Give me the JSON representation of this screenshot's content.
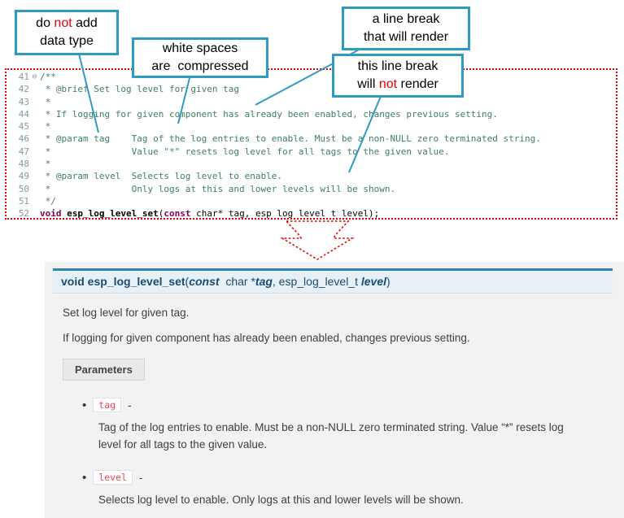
{
  "callouts": {
    "no_datatype": {
      "pre": "do ",
      "red": "not",
      "post": " add",
      "line2": "data type"
    },
    "whitespace": {
      "line1": "white spaces",
      "line2": "are  compressed"
    },
    "break_render": {
      "line1": "a line break",
      "line2": "that will render"
    },
    "break_norender": {
      "line1": "this line break",
      "pre2": "will ",
      "red2": "not",
      "post2": " render"
    }
  },
  "editor": {
    "lines": [
      {
        "num": "41",
        "fold": "⊖",
        "text": "/**"
      },
      {
        "num": "42",
        "text": " * @brief Set log level for given tag"
      },
      {
        "num": "43",
        "text": " *"
      },
      {
        "num": "44",
        "text": " * If logging for given component has already been enabled, changes previous setting."
      },
      {
        "num": "45",
        "text": " *"
      },
      {
        "num": "46",
        "text": " * @param tag    Tag of the log entries to enable. Must be a non-NULL zero terminated string."
      },
      {
        "num": "47",
        "text": " *               Value \"*\" resets log level for all tags to the given value."
      },
      {
        "num": "48",
        "text": " *"
      },
      {
        "num": "49",
        "text": " * @param level  Selects log level to enable."
      },
      {
        "num": "50",
        "text": " *               Only logs at this and lower levels will be shown."
      },
      {
        "num": "51",
        "text": " */"
      }
    ],
    "decl": {
      "num": "52",
      "kw_void": "void",
      "sp1": " ",
      "name": "esp_log_level_set",
      "open": "(",
      "kw_const": "const",
      "rest": " char* tag, esp_log_level_t level);"
    }
  },
  "doc": {
    "signature": {
      "kw_void": "void",
      "sp1": " ",
      "name": "esp_log_level_set",
      "open": "(",
      "kw_const": "const",
      "mid1": "  char *",
      "arg1": "tag",
      "mid2": ", esp_log_level_t ",
      "arg2": "level",
      "close": ")"
    },
    "p1": "Set log level for given tag.",
    "p2": "If logging for given component has already been enabled, changes previous setting.",
    "params_label": "Parameters",
    "bullet": "•",
    "items": [
      {
        "name": "tag",
        "dash": "-",
        "desc": "Tag of the log entries to enable. Must be a non-NULL zero terminated string. Value “*” resets log level for all tags to the given value."
      },
      {
        "name": "level",
        "dash": "-",
        "desc": "Selects log level to enable. Only logs at this and lower levels will be shown."
      }
    ]
  }
}
